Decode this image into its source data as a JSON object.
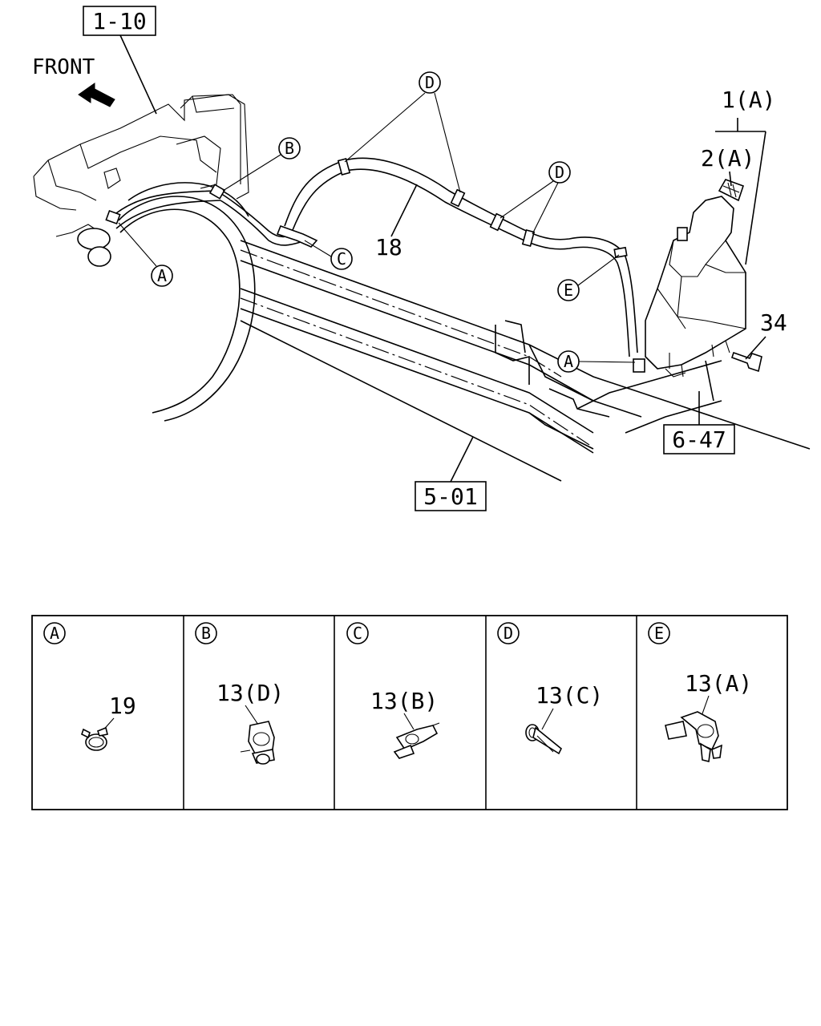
{
  "front_label": "FRONT",
  "references": {
    "r1": "1-10",
    "r2": "5-01",
    "r3": "6-47"
  },
  "part_numbers": {
    "p1": "1(A)",
    "p2": "2(A)",
    "p18": "18",
    "p34": "34"
  },
  "callouts": [
    "A",
    "B",
    "C",
    "D",
    "E"
  ],
  "detail_panels": [
    {
      "letter": "A",
      "part": "19"
    },
    {
      "letter": "B",
      "part": "13(D)"
    },
    {
      "letter": "C",
      "part": "13(B)"
    },
    {
      "letter": "D",
      "part": "13(C)"
    },
    {
      "letter": "E",
      "part": "13(A)"
    }
  ]
}
